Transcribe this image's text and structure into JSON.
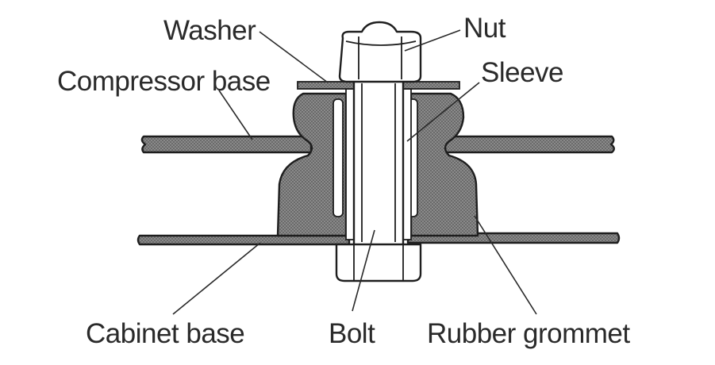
{
  "diagram": {
    "labels": {
      "washer": "Washer",
      "nut": "Nut",
      "compressor_base": "Compressor base",
      "sleeve": "Sleeve",
      "cabinet_base": "Cabinet base",
      "bolt": "Bolt",
      "rubber_grommet": "Rubber grommet"
    },
    "colors": {
      "hatch": "#7a7a7a",
      "outline": "#1e1e1e",
      "metal_fill": "#ffffff"
    }
  }
}
